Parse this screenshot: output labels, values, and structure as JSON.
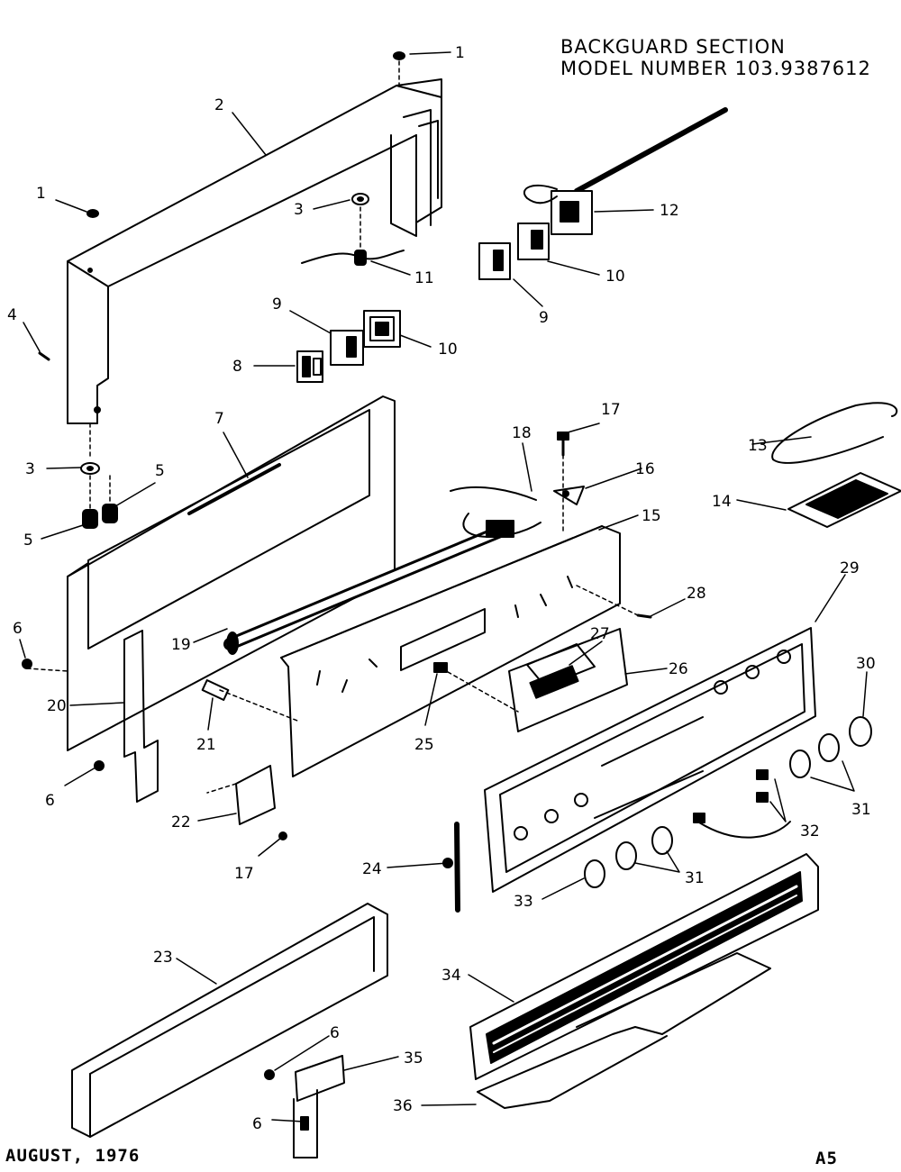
{
  "header": {
    "section_title": "BACKGUARD SECTION",
    "model_line": "MODEL NUMBER 103.9387612"
  },
  "footer": {
    "date": "AUGUST, 1976",
    "page_code": "A5"
  },
  "callouts": [
    {
      "id": "c1a",
      "text": "1"
    },
    {
      "id": "c2",
      "text": "2"
    },
    {
      "id": "c1b",
      "text": "1"
    },
    {
      "id": "c3a",
      "text": "3"
    },
    {
      "id": "c11",
      "text": "11"
    },
    {
      "id": "c4",
      "text": "4"
    },
    {
      "id": "c9a",
      "text": "9"
    },
    {
      "id": "c10a",
      "text": "10"
    },
    {
      "id": "c8",
      "text": "8"
    },
    {
      "id": "c12",
      "text": "12"
    },
    {
      "id": "c10b",
      "text": "10"
    },
    {
      "id": "c9b",
      "text": "9"
    },
    {
      "id": "c7",
      "text": "7"
    },
    {
      "id": "c3b",
      "text": "3"
    },
    {
      "id": "c5a",
      "text": "5"
    },
    {
      "id": "c5b",
      "text": "5"
    },
    {
      "id": "c6a",
      "text": "6"
    },
    {
      "id": "c17a",
      "text": "17"
    },
    {
      "id": "c18",
      "text": "18"
    },
    {
      "id": "c16",
      "text": "16"
    },
    {
      "id": "c13",
      "text": "13"
    },
    {
      "id": "c14",
      "text": "14"
    },
    {
      "id": "c15",
      "text": "15"
    },
    {
      "id": "c28",
      "text": "28"
    },
    {
      "id": "c29",
      "text": "29"
    },
    {
      "id": "c27",
      "text": "27"
    },
    {
      "id": "c26",
      "text": "26"
    },
    {
      "id": "c30",
      "text": "30"
    },
    {
      "id": "c19",
      "text": "19"
    },
    {
      "id": "c20",
      "text": "20"
    },
    {
      "id": "c21",
      "text": "21"
    },
    {
      "id": "c25",
      "text": "25"
    },
    {
      "id": "c31a",
      "text": "31"
    },
    {
      "id": "c6b",
      "text": "6"
    },
    {
      "id": "c22",
      "text": "22"
    },
    {
      "id": "c32",
      "text": "32"
    },
    {
      "id": "c17b",
      "text": "17"
    },
    {
      "id": "c24",
      "text": "24"
    },
    {
      "id": "c31b",
      "text": "31"
    },
    {
      "id": "c33",
      "text": "33"
    },
    {
      "id": "c23",
      "text": "23"
    },
    {
      "id": "c34",
      "text": "34"
    },
    {
      "id": "c6c",
      "text": "6"
    },
    {
      "id": "c35",
      "text": "35"
    },
    {
      "id": "c36",
      "text": "36"
    },
    {
      "id": "c6d",
      "text": "6"
    }
  ]
}
